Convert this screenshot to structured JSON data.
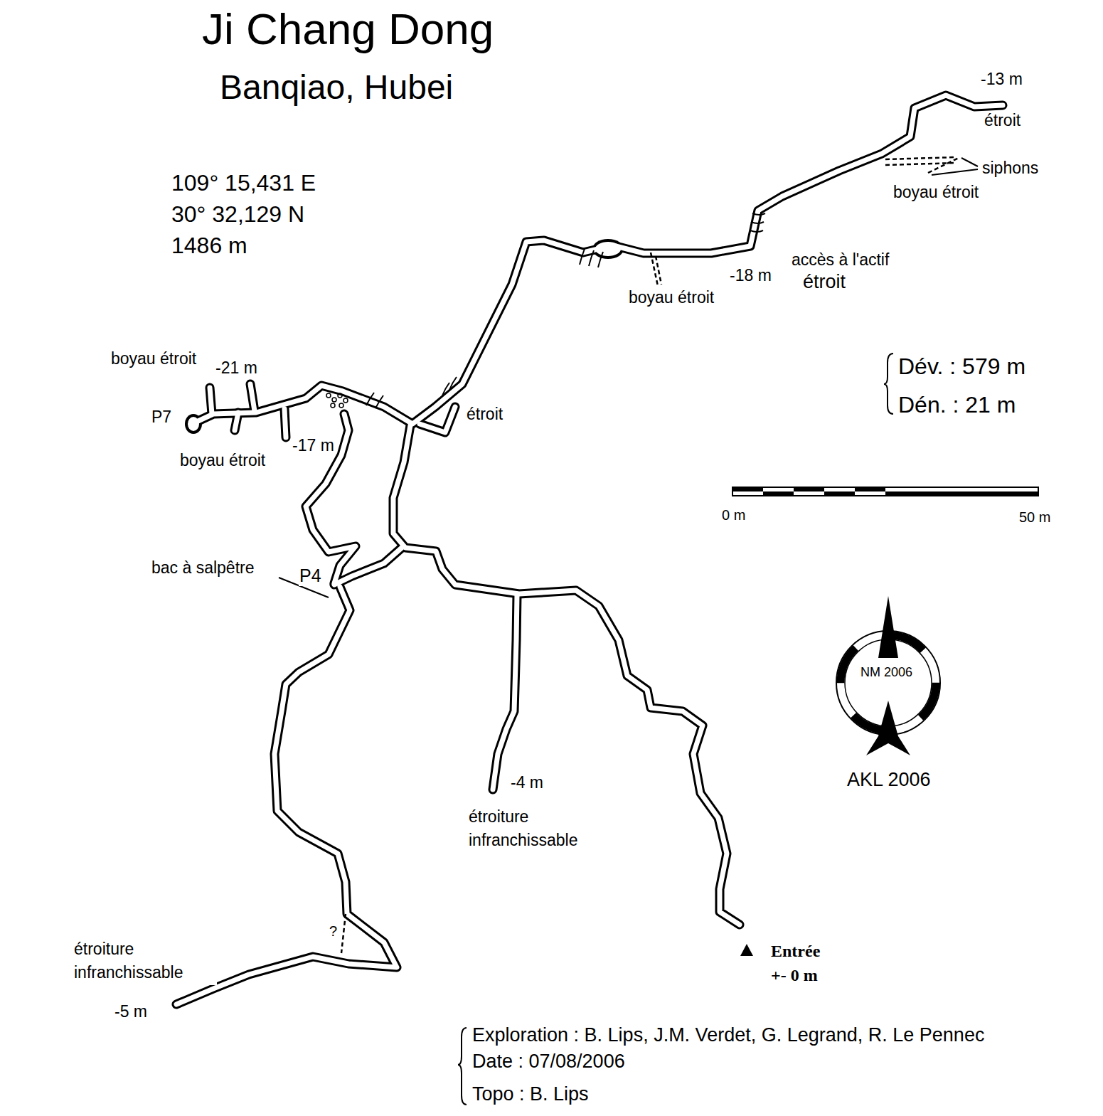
{
  "diagram": {
    "title": "Ji Chang Dong",
    "labels": [
      "Banqiao, Hubei",
      "109° 15,431 E",
      "30° 32,129 N",
      "1486 m",
      "-13 m",
      "étroit",
      "siphons",
      "boyau étroit",
      "accès à l'actif",
      "étroit",
      "-18 m",
      "boyau étroit",
      "boyau étroit",
      "-21 m",
      "P7",
      "-17 m",
      "boyau étroit",
      "étroit",
      "Dév. : 579 m",
      "Dén. : 21 m",
      "0 m",
      "50 m",
      "NM 2006",
      "AKL 2006",
      "bac à salpêtre",
      "P4",
      "-4 m",
      "étroiture infranchissable",
      "?",
      "étroiture infranchissable",
      "-5 m",
      "Entrée",
      "+- 0 m",
      "Exploration : B. Lips,  J.M. Verdet, G. Legrand, R. Le Pennec",
      "Date :  07/08/2006",
      "Topo : B. Lips"
    ]
  }
}
